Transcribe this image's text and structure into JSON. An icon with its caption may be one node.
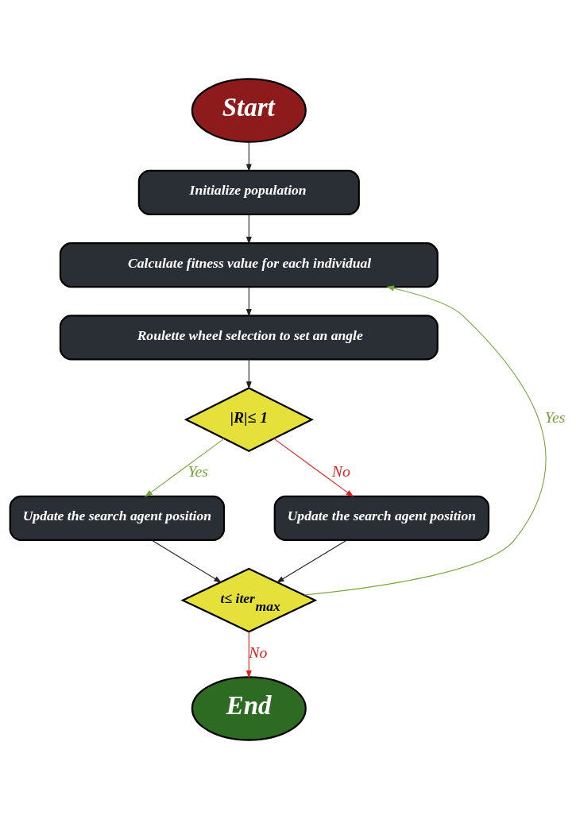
{
  "diagram": {
    "nodes": [
      {
        "text": [
          "Start"
        ]
      },
      {
        "text": [
          "Initialize population"
        ]
      },
      {
        "text": [
          "Calculate fitness value for each individual"
        ]
      },
      {
        "text": [
          "Roulette wheel selection to set an angle"
        ]
      },
      {
        "text": [
          "|R|≤ 1"
        ]
      },
      {
        "text": [
          "Update the search agent position"
        ]
      },
      {
        "text": [
          "Update the search agent position"
        ]
      },
      {
        "text": [
          "t≤ iter$_{max}$"
        ]
      },
      {
        "text": [
          "End"
        ]
      }
    ],
    "edges": [
      {
        "from": 0,
        "to": 1,
        "arrow": "to"
      },
      {
        "from": 1,
        "to": 2,
        "arrow": "to"
      },
      {
        "from": 2,
        "to": 3,
        "arrow": "to"
      },
      {
        "from": 3,
        "to": 4,
        "arrow": "to"
      },
      {
        "from": 4,
        "to": 5,
        "arrow": "to",
        "label": "Yes",
        "color": "#76a53a"
      },
      {
        "from": 4,
        "to": 6,
        "arrow": "to",
        "label": "No",
        "color": "#e3201b"
      },
      {
        "from": 5,
        "to": 7,
        "arrow": "to"
      },
      {
        "from": 6,
        "to": 7,
        "arrow": "to"
      },
      {
        "from": 7,
        "to": 2,
        "arrow": "to",
        "label": "Yes",
        "color": "#76a53a"
      },
      {
        "from": 7,
        "to": 8,
        "arrow": "to",
        "label": "No",
        "color": "#e3201b"
      }
    ]
  }
}
